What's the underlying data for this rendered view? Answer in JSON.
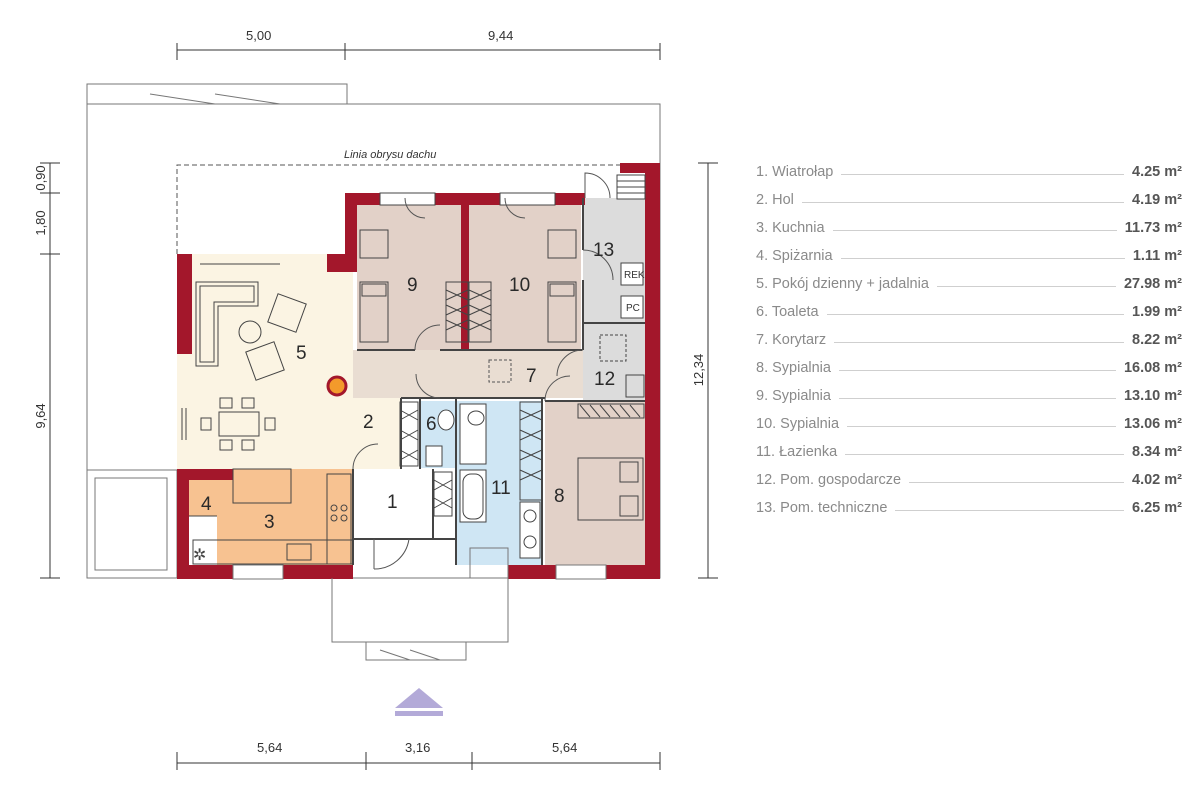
{
  "dimensions": {
    "top": [
      "5,00",
      "9,44"
    ],
    "bottom": [
      "5,64",
      "3,16",
      "5,64"
    ],
    "left": [
      "0,90",
      "1,80",
      "9,64"
    ],
    "right": "12,34"
  },
  "roof_note": "Linia obrysu dachu",
  "rooms": [
    {
      "num": "1",
      "name": "Wiatrołap",
      "area": "4.25 m²"
    },
    {
      "num": "2",
      "name": "Hol",
      "area": "4.19 m²"
    },
    {
      "num": "3",
      "name": "Kuchnia",
      "area": "11.73 m²"
    },
    {
      "num": "4",
      "name": "Spiżarnia",
      "area": "1.11 m²"
    },
    {
      "num": "5",
      "name": "Pokój dzienny + jadalnia",
      "area": "27.98 m²"
    },
    {
      "num": "6",
      "name": "Toaleta",
      "area": "1.99 m²"
    },
    {
      "num": "7",
      "name": "Korytarz",
      "area": "8.22 m²"
    },
    {
      "num": "8",
      "name": "Sypialnia",
      "area": "16.08 m²"
    },
    {
      "num": "9",
      "name": "Sypialnia",
      "area": "13.10 m²"
    },
    {
      "num": "10",
      "name": "Sypialnia",
      "area": "13.06 m²"
    },
    {
      "num": "11",
      "name": "Łazienka",
      "area": "8.34 m²"
    },
    {
      "num": "12",
      "name": "Pom. gospodarcze",
      "area": "4.02 m²"
    },
    {
      "num": "13",
      "name": "Pom. techniczne",
      "area": "6.25 m²"
    }
  ],
  "equipment": {
    "rek": "REK",
    "pc": "PC"
  },
  "colors": {
    "wall": "#a3172b",
    "living": "#fbf4e3",
    "kitchen": "#f7c291",
    "bedroom": "#e2d1c8",
    "bathroom": "#cfe6f4",
    "technical": "#dcdcdc",
    "corridor": "#e9ddd2",
    "entrance": "#ffffff",
    "entry_arrow": "#b3aad8"
  }
}
